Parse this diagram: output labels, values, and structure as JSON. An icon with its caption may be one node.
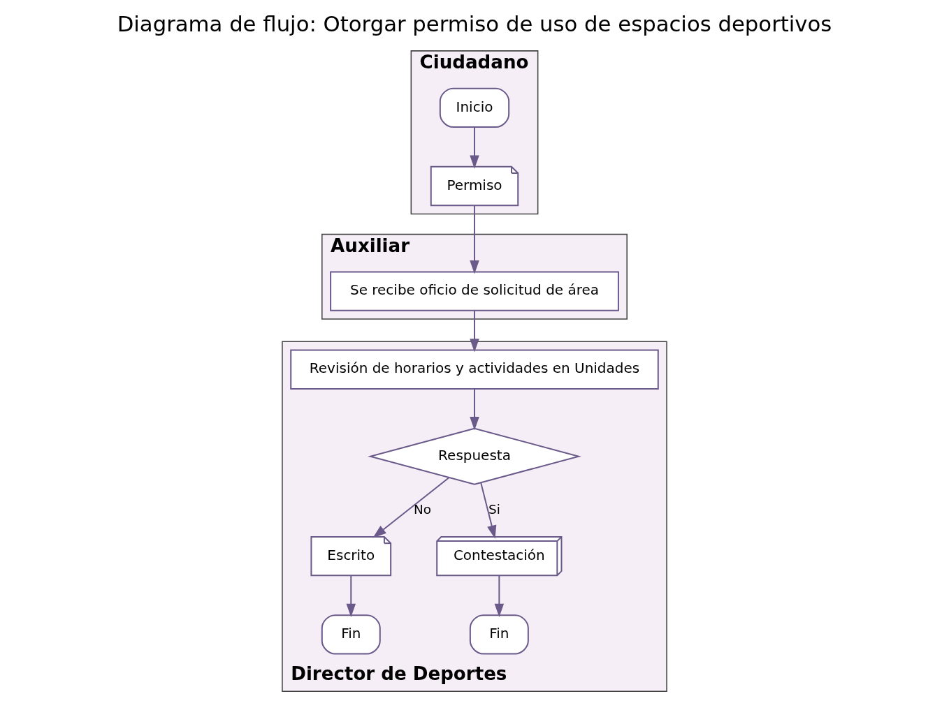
{
  "diagram": {
    "title": "Diagrama de flujo: Otorgar permiso de uso de espacios deportivos",
    "nodes": [
      {
        "text": [
          "Ciudadano"
        ]
      },
      {
        "text": [
          "Auxiliar"
        ]
      },
      {
        "text": [
          "Director de Deportes"
        ]
      },
      {
        "text": [
          "Inicio"
        ],
        "in": 0
      },
      {
        "text": [
          "Permiso"
        ],
        "in": 0
      },
      {
        "text": [
          "Se recibe oficio de solicitud de área"
        ],
        "in": 1
      },
      {
        "text": [
          "Revisión de horarios y actividades en Unidades"
        ],
        "in": 2
      },
      {
        "text": [
          "Respuesta"
        ],
        "in": 2
      },
      {
        "text": [
          "Escrito"
        ],
        "in": 2
      },
      {
        "text": [
          "Fin"
        ],
        "in": 2
      },
      {
        "text": [
          "Contestación"
        ],
        "in": 2
      },
      {
        "text": [
          "Fin"
        ],
        "in": 2
      }
    ],
    "edges": [
      {
        "from": 3,
        "to": 4,
        "arrow": "to"
      },
      {
        "from": 4,
        "to": 5,
        "arrow": "to"
      },
      {
        "from": 5,
        "to": 6,
        "arrow": "to"
      },
      {
        "from": 6,
        "to": 7,
        "arrow": "to"
      },
      {
        "from": 7,
        "to": 8,
        "arrow": "to",
        "label": "No"
      },
      {
        "from": 8,
        "to": 9,
        "arrow": "to"
      },
      {
        "from": 7,
        "to": 10,
        "arrow": "to",
        "label": "Si"
      },
      {
        "from": 10,
        "to": 11,
        "arrow": "to"
      }
    ]
  }
}
